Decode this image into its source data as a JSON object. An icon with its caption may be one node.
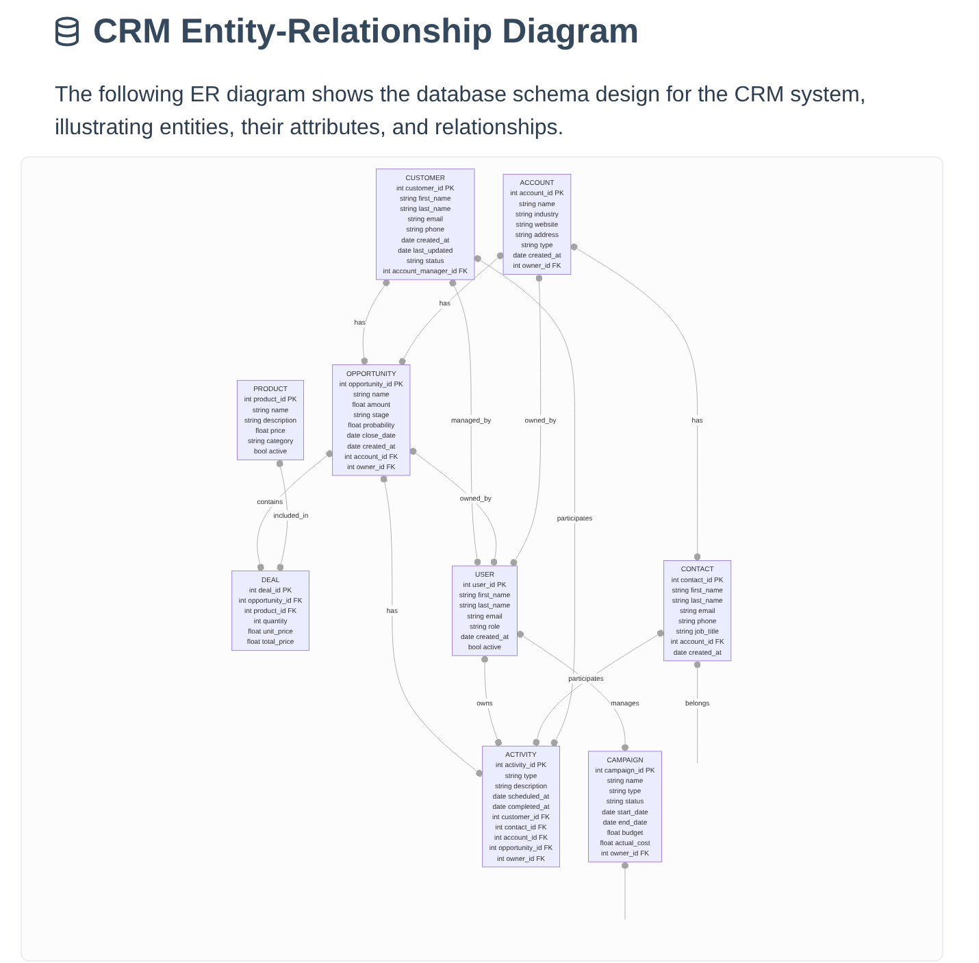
{
  "diagram": {
    "title": "CRM Entity-Relationship Diagram",
    "caption": "The following ER diagram shows the database schema design for the CRM system, illustrating entities, their attributes, and relationships.",
    "nodes": [
      {
        "text": [
          "CUSTOMER",
          "int customer_id PK",
          "string first_name",
          "string last_name",
          "string email",
          "string phone",
          "date created_at",
          "date last_updated",
          "string status",
          "int account_manager_id FK"
        ]
      },
      {
        "text": [
          "ACCOUNT",
          "int account_id PK",
          "string name",
          "string industry",
          "string website",
          "string address",
          "string type",
          "date created_at",
          "int owner_id FK"
        ]
      },
      {
        "text": [
          "PRODUCT",
          "int product_id PK",
          "string name",
          "string description",
          "float price",
          "string category",
          "bool active"
        ]
      },
      {
        "text": [
          "OPPORTUNITY",
          "int opportunity_id PK",
          "string name",
          "float amount",
          "string stage",
          "float probability",
          "date close_date",
          "date created_at",
          "int account_id FK",
          "int owner_id FK"
        ]
      },
      {
        "text": [
          "DEAL",
          "int deal_id PK",
          "int opportunity_id FK",
          "int product_id FK",
          "int quantity",
          "float unit_price",
          "float total_price"
        ]
      },
      {
        "text": [
          "USER",
          "int user_id PK",
          "string first_name",
          "string last_name",
          "string email",
          "string role",
          "date created_at",
          "bool active"
        ]
      },
      {
        "text": [
          "CONTACT",
          "int contact_id PK",
          "string first_name",
          "string last_name",
          "string email",
          "string phone",
          "string job_title",
          "int account_id FK",
          "date created_at"
        ]
      },
      {
        "text": [
          "ACTIVITY",
          "int activity_id PK",
          "string type",
          "string description",
          "date scheduled_at",
          "date completed_at",
          "int customer_id FK",
          "int contact_id FK",
          "int account_id FK",
          "int opportunity_id FK",
          "int owner_id FK"
        ]
      },
      {
        "text": [
          "CAMPAIGN",
          "int campaign_id PK",
          "string name",
          "string type",
          "string status",
          "date start_date",
          "date end_date",
          "float budget",
          "float actual_cost",
          "int owner_id FK"
        ]
      }
    ],
    "edges": [
      {
        "from": 0,
        "to": 3,
        "arrow": "other",
        "label": "has"
      },
      {
        "from": 1,
        "to": 3,
        "arrow": "other",
        "label": "has"
      },
      {
        "from": 1,
        "to": 6,
        "arrow": "other",
        "label": "has"
      },
      {
        "from": 0,
        "to": 5,
        "arrow": "other",
        "label": "managed_by"
      },
      {
        "from": 3,
        "to": 5,
        "arrow": "other",
        "label": "owned_by"
      },
      {
        "from": 1,
        "to": 5,
        "arrow": "other",
        "label": "owned_by"
      },
      {
        "from": 3,
        "to": 4,
        "arrow": "other",
        "label": "contains"
      },
      {
        "from": 2,
        "to": 4,
        "arrow": "other",
        "label": "included_in"
      },
      {
        "from": 3,
        "to": 7,
        "arrow": "other",
        "label": "has"
      },
      {
        "from": 5,
        "to": 7,
        "arrow": "other",
        "label": "owns"
      },
      {
        "from": 5,
        "to": 8,
        "arrow": "other",
        "label": "manages"
      },
      {
        "from": 6,
        "to": 7,
        "arrow": "other",
        "label": "participates"
      },
      {
        "from": 0,
        "to": 7,
        "arrow": "other",
        "label": "participates"
      },
      {
        "from": 6,
        "to": null,
        "arrow": "other",
        "label": "belongs"
      },
      {
        "from": 8,
        "to": null,
        "arrow": "other"
      }
    ]
  }
}
